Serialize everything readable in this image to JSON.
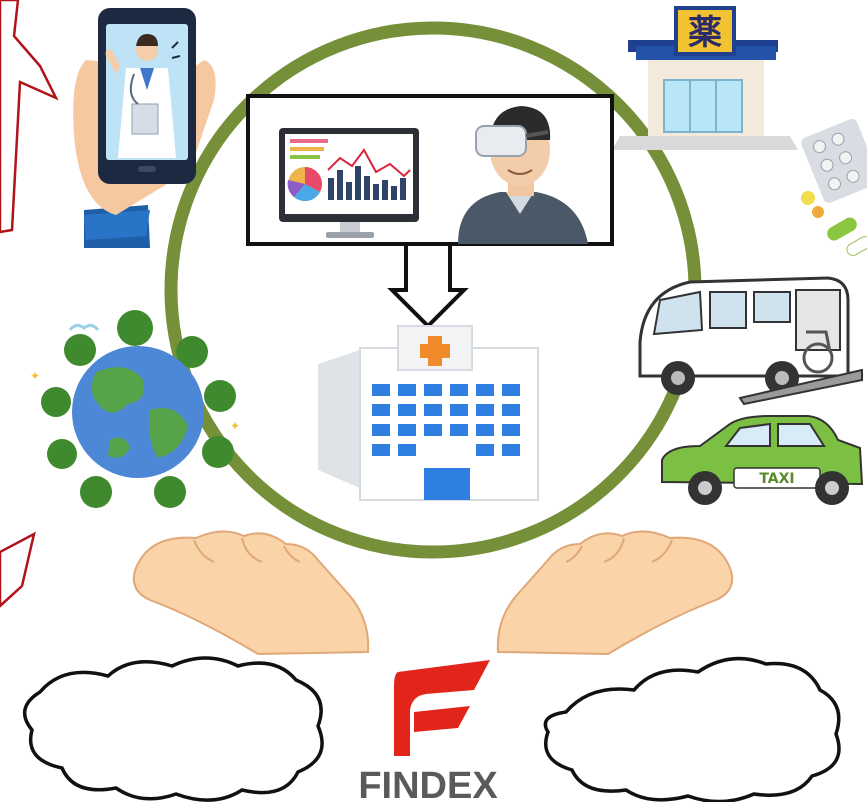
{
  "pharmacy": {
    "sign_text": "薬"
  },
  "taxi": {
    "roof_sign_text": "TAXI"
  },
  "logo": {
    "brand_name": "FINDEX"
  },
  "colors": {
    "circle_green": "#76903a",
    "logo_red": "#e1251b",
    "logo_gray": "#5a5a5a",
    "callout_red": "#b0141b",
    "sky_blue": "#4c88d6",
    "taxi_green": "#7cc043"
  }
}
